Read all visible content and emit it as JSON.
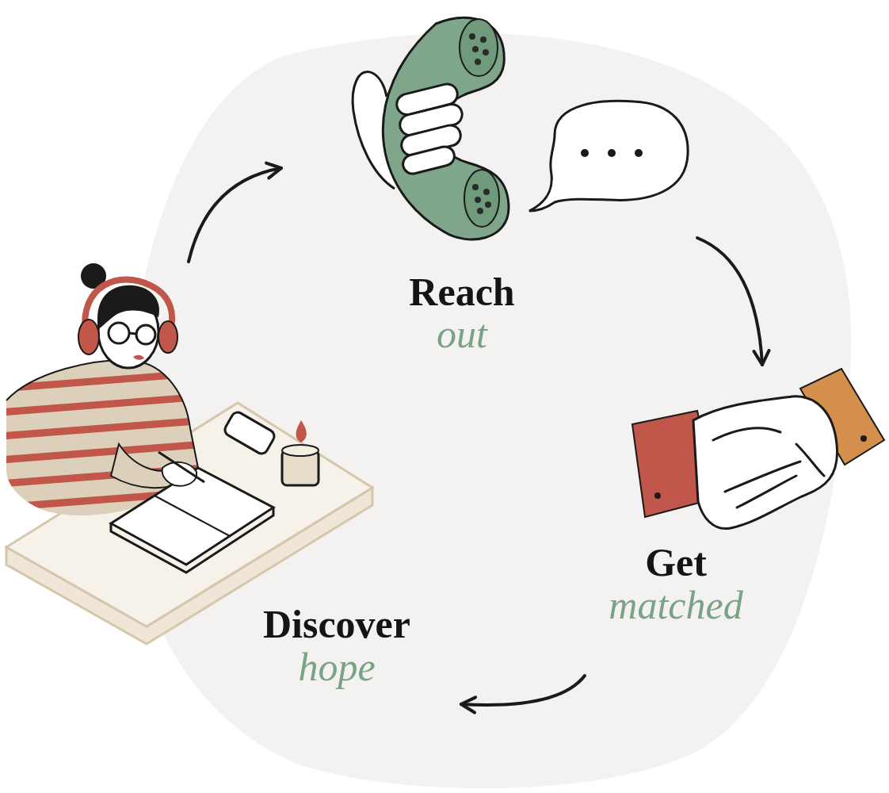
{
  "diagram": {
    "nodes": [
      {
        "text": [
          "Reach",
          "out"
        ]
      },
      {
        "text": [
          "Get",
          "matched"
        ]
      },
      {
        "text": [
          "Discover",
          "hope"
        ]
      }
    ],
    "edges": [
      {
        "from": 0,
        "to": 1,
        "arrow": "to"
      },
      {
        "from": 1,
        "to": 2,
        "arrow": "to"
      },
      {
        "from": 2,
        "to": 0,
        "arrow": "to"
      }
    ]
  }
}
